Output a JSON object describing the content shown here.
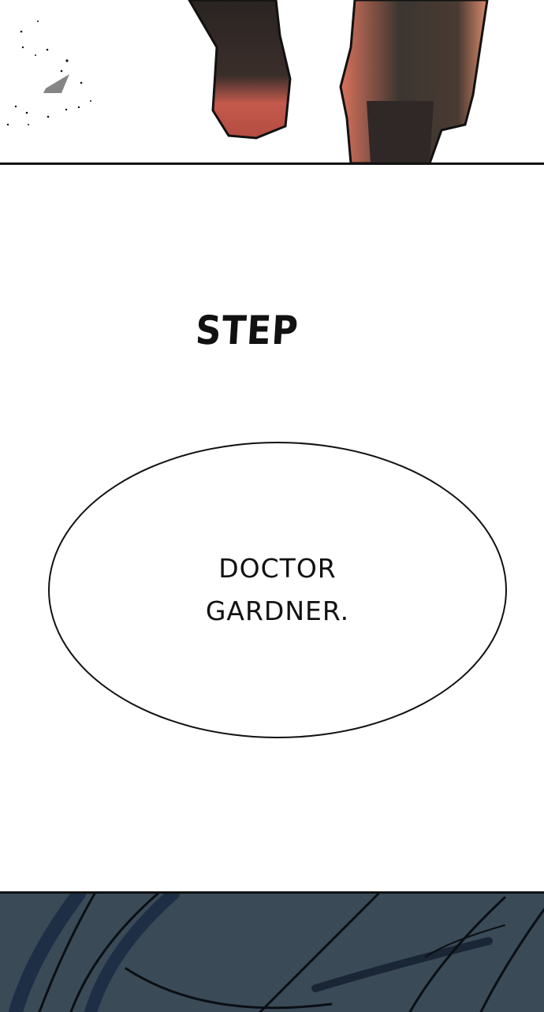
{
  "panels": {
    "top": {
      "description_colors": {
        "skin": "#c0564a",
        "dark": "#2e2624"
      }
    },
    "bottom": {
      "color": "#3a4a57"
    }
  },
  "sfx": {
    "text": "STEP"
  },
  "speech_bubble": {
    "lines": [
      "DOCTOR",
      "GARDNER."
    ]
  }
}
